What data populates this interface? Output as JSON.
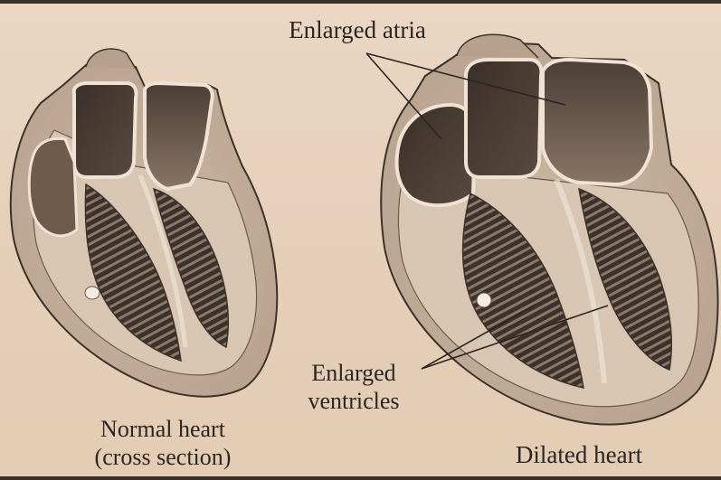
{
  "figure": {
    "callouts": {
      "atria": "Enlarged atria",
      "ventricles": [
        "Enlarged",
        "ventricles"
      ]
    },
    "captions": {
      "normal": [
        "Normal heart",
        "(cross section)"
      ],
      "dilated": "Dilated heart"
    }
  }
}
